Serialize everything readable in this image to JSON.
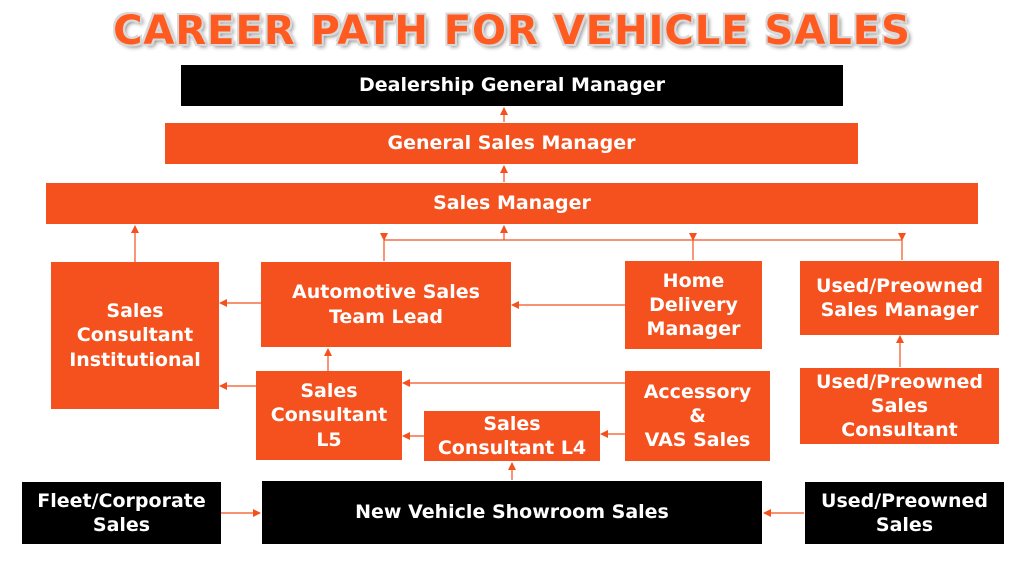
{
  "title": "CAREER PATH FOR VEHICLE SALES",
  "colors": {
    "orange": "#f4511e",
    "black": "#000000",
    "arrow": "#f4511e"
  },
  "nodes": {
    "dealership_gm": "Dealership General Manager",
    "general_sales_manager": "General Sales Manager",
    "sales_manager": "Sales Manager",
    "sales_consultant_institutional": "Sales\nConsultant\nInstitutional",
    "automotive_sales_team_lead": "Automotive Sales\nTeam Lead",
    "home_delivery_manager": "Home\nDelivery\nManager",
    "used_preowned_sales_manager": "Used/Preowned\nSales Manager",
    "sales_consultant_l5": "Sales\nConsultant\nL5",
    "sales_consultant_l4": "Sales\nConsultant L4",
    "accessory_vas_sales": "Accessory\n&\nVAS Sales",
    "used_preowned_sales_consultant": "Used/Preowned\nSales\nConsultant",
    "fleet_corporate_sales": "Fleet/Corporate\nSales",
    "new_vehicle_showroom_sales": "New Vehicle Showroom Sales",
    "used_preowned_sales": "Used/Preowned\nSales"
  }
}
